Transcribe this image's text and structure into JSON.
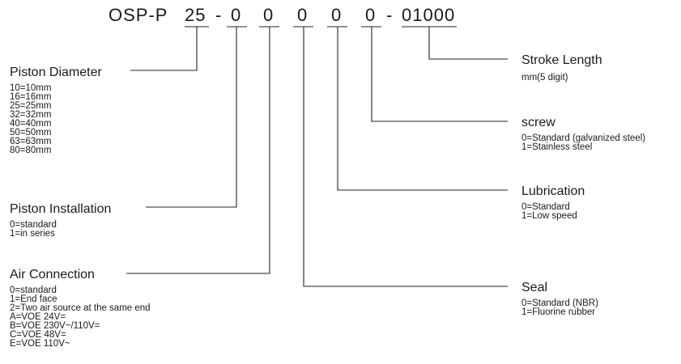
{
  "code": {
    "prefix": "OSP-P",
    "diameter": "25",
    "dash1": "-",
    "installation": "0",
    "air": "0",
    "seal": "0",
    "lubrication": "0",
    "screw": "0",
    "dash2": "-",
    "stroke": "01000"
  },
  "fields": {
    "piston_diameter": {
      "title": "Piston Diameter",
      "options": [
        "10=10mm",
        "16=16mm",
        "25=25mm",
        "32=32mm",
        "40=40mm",
        "50=50mm",
        "63=63mm",
        "80=80mm"
      ]
    },
    "piston_installation": {
      "title": "Piston Installation",
      "options": [
        "0=standard",
        "1=in series"
      ]
    },
    "air_connection": {
      "title": "Air Connection",
      "options": [
        "0=standard",
        "1=End face",
        "2=Two air source at the same end",
        "A=VOE 24V=",
        "B=VOE 230V~/110V=",
        "C=VOE 48V=",
        "E=VOE 110V~"
      ]
    },
    "stroke_length": {
      "title": "Stroke Length",
      "options": [
        "mm(5 digit)"
      ]
    },
    "screw": {
      "title": "screw",
      "options": [
        "0=Standard (galvanized steel)",
        "1=Stainless steel"
      ]
    },
    "lubrication": {
      "title": "Lubrication",
      "options": [
        "0=Standard",
        "1=Low speed"
      ]
    },
    "seal": {
      "title": "Seal",
      "options": [
        "0=Standard (NBR)",
        "1=Fluorine rubber"
      ]
    }
  }
}
